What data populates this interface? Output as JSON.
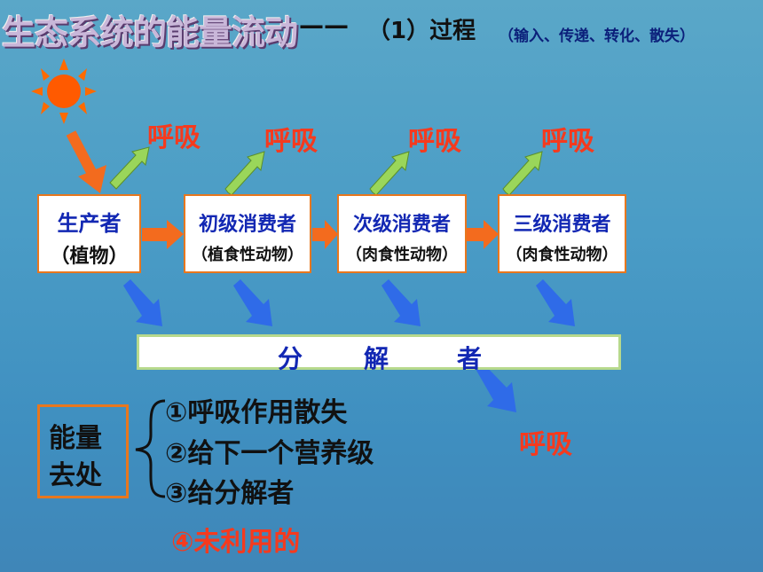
{
  "title": {
    "main": "生态系统的能量流动",
    "dash": "——",
    "sub": "（1）过程",
    "note": "（输入、传递、转化、散失）"
  },
  "boxes": [
    {
      "line1": "生产者",
      "line2": "（植物）"
    },
    {
      "line1": "初级消费者",
      "line2": "（植食性动物）"
    },
    {
      "line1": "次级消费者",
      "line2": "（肉食性动物）"
    },
    {
      "line1": "三级消费者",
      "line2": "（肉食性动物）"
    }
  ],
  "respiration": "呼吸",
  "decomposer": [
    "分",
    "解",
    "者"
  ],
  "energy_label": [
    "能量",
    "去处"
  ],
  "destinations": [
    "①呼吸作用散失",
    "②给下一个营养级",
    "③给分解者"
  ],
  "destination_extra": "④未利用的",
  "colors": {
    "accent_orange": "#e8771e",
    "arrow_orange": "#f36b1e",
    "arrow_blue": "#2f6be8",
    "arrow_green": "#8fd14f",
    "red_text": "#f53a1e",
    "blue_text": "#1227b3"
  }
}
